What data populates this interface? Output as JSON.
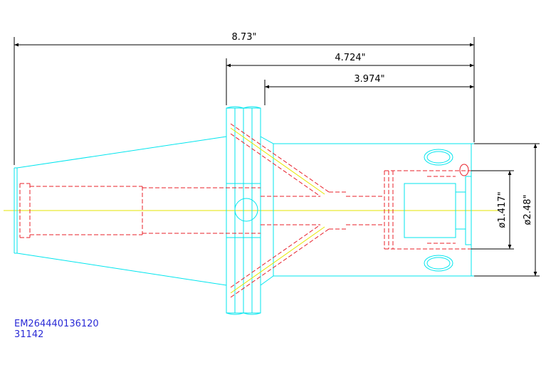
{
  "dimensions": {
    "overall_length": "8.73\"",
    "flange_to_end": "4.724\"",
    "body_length": "3.974\"",
    "bore_diameter": "ø1.417\"",
    "body_diameter": "ø2.48\""
  },
  "part": {
    "number": "EM264440136120",
    "code": "31142"
  },
  "colors": {
    "outline": "#00e5ee",
    "hidden": "#e8202a",
    "centerline": "#e6e600",
    "dimension": "#000000",
    "label": "#2a2ad6"
  }
}
